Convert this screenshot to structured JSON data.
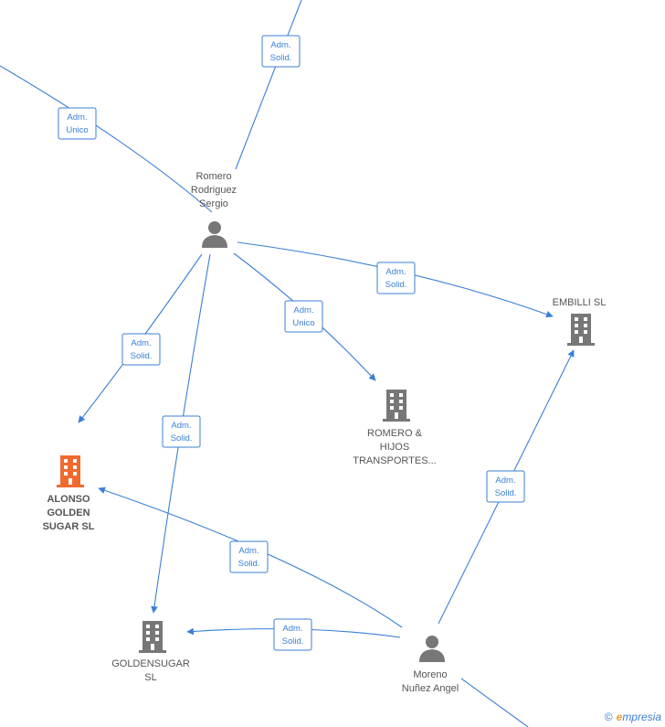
{
  "colors": {
    "edge": "#3b7fd6",
    "node_gray": "#777777",
    "focus": "#f06a2e"
  },
  "nodes": {
    "romero_sergio": {
      "label_lines": [
        "Romero",
        "Rodriguez",
        "Sergio"
      ],
      "type": "person",
      "icon": "person-icon"
    },
    "moreno": {
      "label_lines": [
        "Moreno",
        "Nuñez Angel"
      ],
      "type": "person",
      "icon": "person-icon"
    },
    "embilli": {
      "label_lines": [
        "EMBILLI  SL"
      ],
      "type": "company",
      "icon": "building-icon"
    },
    "romero_hijos": {
      "label_lines": [
        "ROMERO &",
        "HIJOS",
        "TRANSPORTES..."
      ],
      "type": "company",
      "icon": "building-icon"
    },
    "alonso": {
      "label_lines": [
        "ALONSO",
        "GOLDEN",
        "SUGAR  SL"
      ],
      "type": "company",
      "icon": "building-icon",
      "focus": true
    },
    "goldensugar": {
      "label_lines": [
        "GOLDENSUGAR",
        "SL"
      ],
      "type": "company",
      "icon": "building-icon"
    }
  },
  "edges": [
    {
      "id": "e1",
      "label_lines": [
        "Adm.",
        "Solid."
      ]
    },
    {
      "id": "e2",
      "label_lines": [
        "Adm.",
        "Unico"
      ]
    },
    {
      "id": "e3",
      "label_lines": [
        "Adm.",
        "Solid."
      ]
    },
    {
      "id": "e4",
      "label_lines": [
        "Adm.",
        "Unico"
      ]
    },
    {
      "id": "e5",
      "label_lines": [
        "Adm.",
        "Solid."
      ]
    },
    {
      "id": "e6",
      "label_lines": [
        "Adm.",
        "Solid."
      ]
    },
    {
      "id": "e7",
      "label_lines": [
        "Adm.",
        "Solid."
      ]
    },
    {
      "id": "e8",
      "label_lines": [
        "Adm.",
        "Solid."
      ]
    },
    {
      "id": "e9",
      "label_lines": [
        "Adm.",
        "Solid."
      ]
    }
  ],
  "footer": {
    "copyright": "©",
    "brand_first": "e",
    "brand_rest": "mpresia"
  }
}
